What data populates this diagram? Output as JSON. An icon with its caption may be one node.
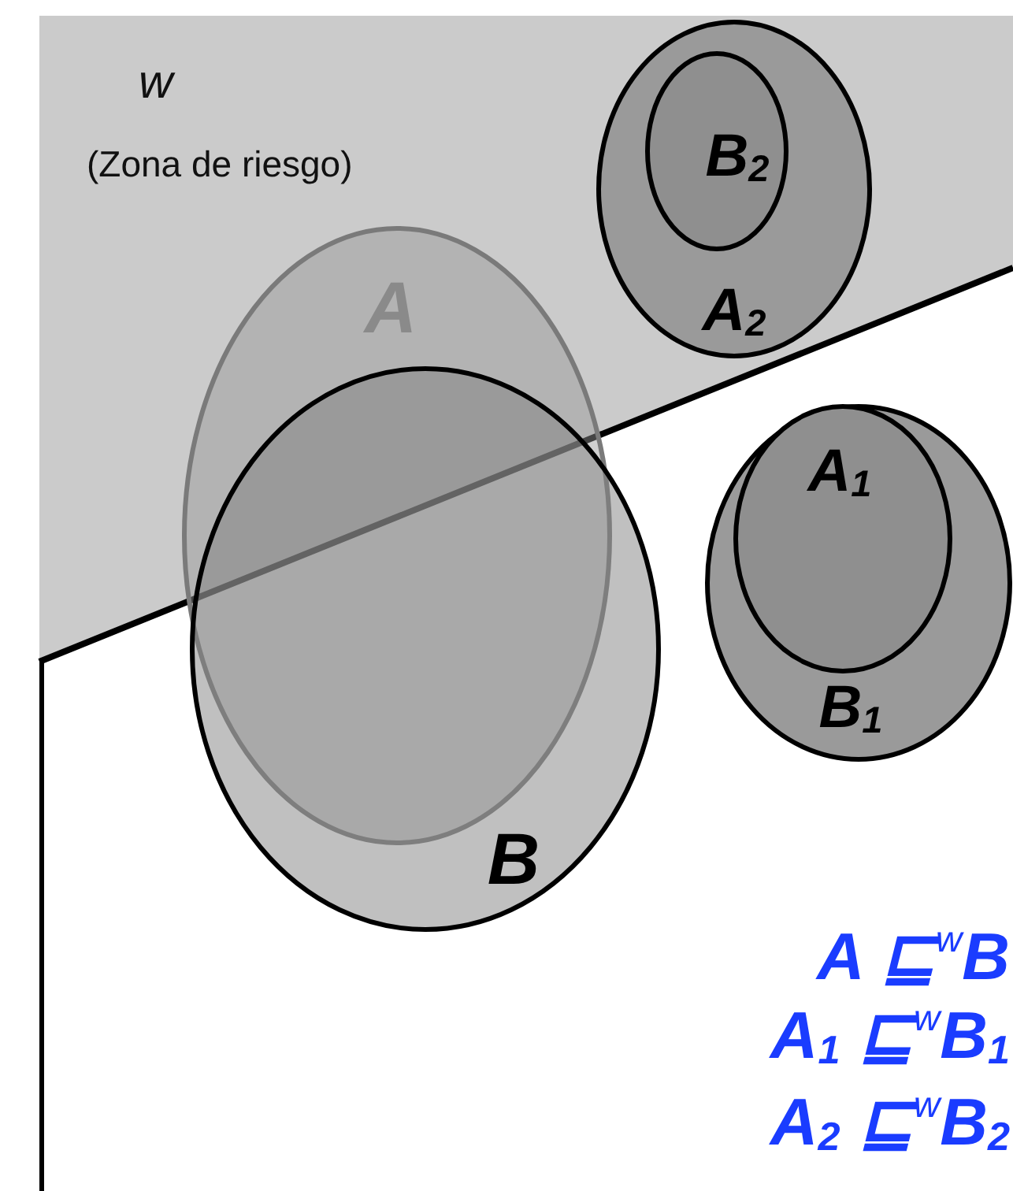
{
  "diagram": {
    "nodes": [
      {
        "text": [
          "w",
          "(Zona de riesgo)"
        ]
      },
      {
        "text": [
          "A"
        ]
      },
      {
        "text": [
          "B"
        ]
      },
      {
        "text": [
          "A$_{2}$"
        ],
        "in": 0
      },
      {
        "text": [
          "B$_{2}$"
        ],
        "in": 3
      },
      {
        "text": [
          "B$_{1}$"
        ]
      },
      {
        "text": [
          "A$_{1}$"
        ],
        "in": 5
      }
    ],
    "edges": [],
    "labels": [
      "A ⊑$^{w}$B",
      "A$_{1}$ ⊑$^{w}$B$_{1}$",
      "A$_{2}$ ⊑$^{w}$B$_{2}$"
    ]
  }
}
